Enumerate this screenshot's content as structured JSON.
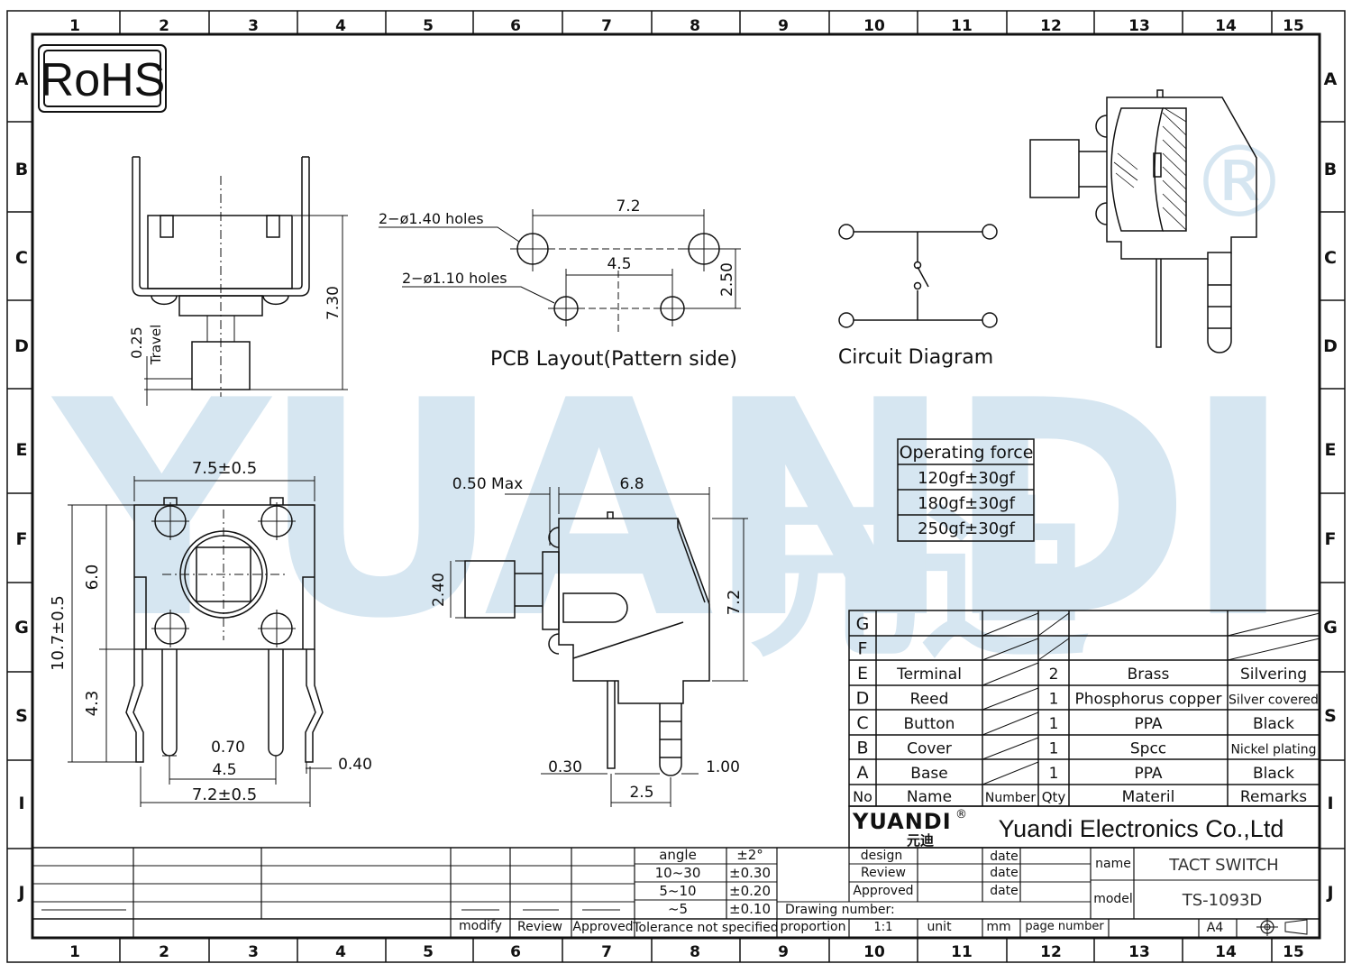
{
  "grid": {
    "cols": [
      "1",
      "2",
      "3",
      "4",
      "5",
      "6",
      "7",
      "8",
      "9",
      "10",
      "11",
      "12",
      "13",
      "14",
      "15"
    ],
    "rows": [
      "A",
      "B",
      "C",
      "D",
      "E",
      "F",
      "G",
      "S",
      "I",
      "J"
    ]
  },
  "rohs": "RoHS",
  "watermark": {
    "text": "YUANDI",
    "cn": "元迪",
    "reg": "®",
    "color_blue": "#cfe2ef",
    "color_green": "#d6ead0"
  },
  "side_view": {
    "travel_value": "0.25",
    "travel_label": "Travel",
    "height": "7.30"
  },
  "pcb": {
    "holes_large": "2−ø1.40  holes",
    "holes_small": "2−ø1.10  holes",
    "dim_72": "7.2",
    "dim_45": "4.5",
    "dim_250": "2.50",
    "caption": "PCB  Layout(Pattern  side)"
  },
  "circuit": {
    "caption": "Circuit  Diagram"
  },
  "operating_force": {
    "title": "Operating force",
    "values": [
      "120gf±30gf",
      "180gf±30gf",
      "250gf±30gf"
    ]
  },
  "front_view": {
    "width": "7.5±0.5",
    "total_height": "10.7±0.5",
    "upper": "6.0",
    "lower": "4.3",
    "pin_w": "0.70",
    "pitch": "4.5",
    "pin_t": "0.40",
    "base": "7.2±0.5"
  },
  "right_view": {
    "max": "0.50  Max",
    "length": "6.8",
    "button": "2.40",
    "height": "7.2",
    "pin_a": "0.30",
    "pin_b": "1.00",
    "pitch": "2.5"
  },
  "bom": {
    "rows": [
      {
        "no": "G",
        "name": "",
        "qty": "",
        "material": "",
        "remarks": ""
      },
      {
        "no": "F",
        "name": "",
        "qty": "",
        "material": "",
        "remarks": ""
      },
      {
        "no": "E",
        "name": "Terminal",
        "qty": "2",
        "material": "Brass",
        "remarks": "Silvering"
      },
      {
        "no": "D",
        "name": "Reed",
        "qty": "1",
        "material": "Phosphorus copper",
        "remarks": "Silver covered"
      },
      {
        "no": "C",
        "name": "Button",
        "qty": "1",
        "material": "PPA",
        "remarks": "Black"
      },
      {
        "no": "B",
        "name": "Cover",
        "qty": "1",
        "material": "Spcc",
        "remarks": "Nickel plating"
      },
      {
        "no": "A",
        "name": "Base",
        "qty": "1",
        "material": "PPA",
        "remarks": "Black"
      }
    ],
    "headers": {
      "no": "No",
      "name": "Name",
      "number": "Number",
      "qty": "Qty",
      "material": "Materil",
      "remarks": "Remarks"
    }
  },
  "company": {
    "logo": "YUANDI",
    "logo_cn": "元迪",
    "reg": "®",
    "name": "Yuandi Electronics Co.,Ltd"
  },
  "tolerance": {
    "rows": [
      {
        "range": "angle",
        "tol": "±2°"
      },
      {
        "range": "10~30",
        "tol": "±0.30"
      },
      {
        "range": "5~10",
        "tol": "±0.20"
      },
      {
        "range": "~5",
        "tol": "±0.10"
      }
    ],
    "label": "Tolerance not specified"
  },
  "revision": {
    "modify": "modify",
    "review": "Review",
    "approved": "Approved"
  },
  "approval": {
    "design": "design",
    "review": "Review",
    "approved": "Approved",
    "date": "date",
    "drawing_number": "Drawing number:",
    "proportion": "proportion",
    "scale": "1:1",
    "unit": "unit",
    "unit_value": "mm",
    "page_number": "page number",
    "size": "A4"
  },
  "title_block": {
    "name_label": "name",
    "name_value": "TACT SWITCH",
    "model_label": "model",
    "model_value": "TS-1093D"
  }
}
